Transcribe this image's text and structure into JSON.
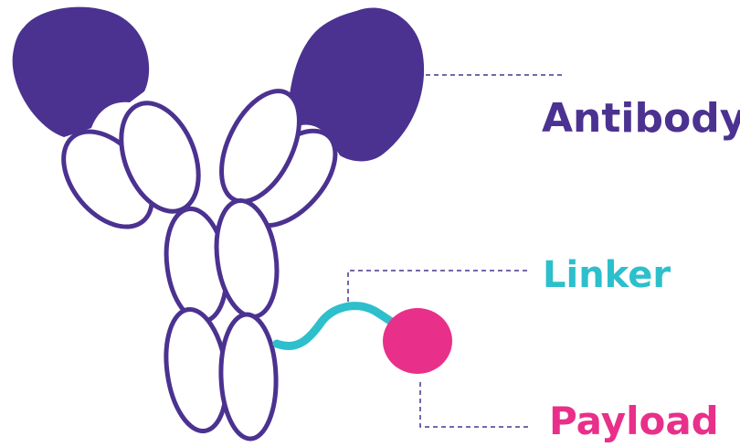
{
  "labels": {
    "antibody": "Antibody",
    "linker": "Linker",
    "payload": "Payload"
  },
  "colors": {
    "antibody": "#4b3290",
    "linker": "#2dbfcc",
    "payload": "#e8308a",
    "leader_line": "#4b3290",
    "background": "#ffffff"
  }
}
